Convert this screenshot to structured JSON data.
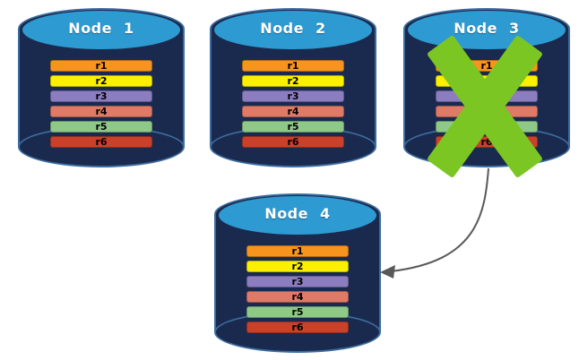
{
  "palette": {
    "cylinder_body": "#1A2A4E",
    "cylinder_top": "#2E9AD2",
    "cylinder_edge": "#3C6C9F",
    "cross": "#7CC623",
    "arrow": "#595959"
  },
  "nodes": [
    {
      "title": "Node 1",
      "crossed_out": false,
      "rows": [
        {
          "label": "r1",
          "color": "#F7941D"
        },
        {
          "label": "r2",
          "color": "#FCF000"
        },
        {
          "label": "r3",
          "color": "#8B7DC0"
        },
        {
          "label": "r4",
          "color": "#DE7A66"
        },
        {
          "label": "r5",
          "color": "#8FC987"
        },
        {
          "label": "r6",
          "color": "#C9402B"
        }
      ]
    },
    {
      "title": "Node 2",
      "crossed_out": false,
      "rows": [
        {
          "label": "r1",
          "color": "#F7941D"
        },
        {
          "label": "r2",
          "color": "#FCF000"
        },
        {
          "label": "r3",
          "color": "#8B7DC0"
        },
        {
          "label": "r4",
          "color": "#DE7A66"
        },
        {
          "label": "r5",
          "color": "#8FC987"
        },
        {
          "label": "r6",
          "color": "#C9402B"
        }
      ]
    },
    {
      "title": "Node 3",
      "crossed_out": true,
      "rows": [
        {
          "label": "r1",
          "color": "#F7941D"
        },
        {
          "label": "r2",
          "color": "#FCF000"
        },
        {
          "label": "r3",
          "color": "#8B7DC0"
        },
        {
          "label": "r4",
          "color": "#DE7A66"
        },
        {
          "label": "r5",
          "color": "#8FC987"
        },
        {
          "label": "r6",
          "color": "#C9402B"
        }
      ]
    },
    {
      "title": "Node 4",
      "crossed_out": false,
      "rows": [
        {
          "label": "r1",
          "color": "#F7941D"
        },
        {
          "label": "r2",
          "color": "#FCF000"
        },
        {
          "label": "r3",
          "color": "#8B7DC0"
        },
        {
          "label": "r4",
          "color": "#DE7A66"
        },
        {
          "label": "r5",
          "color": "#8FC987"
        },
        {
          "label": "r6",
          "color": "#C9402B"
        }
      ]
    }
  ],
  "arrow": {
    "from": "Node 3",
    "to": "Node 4"
  }
}
